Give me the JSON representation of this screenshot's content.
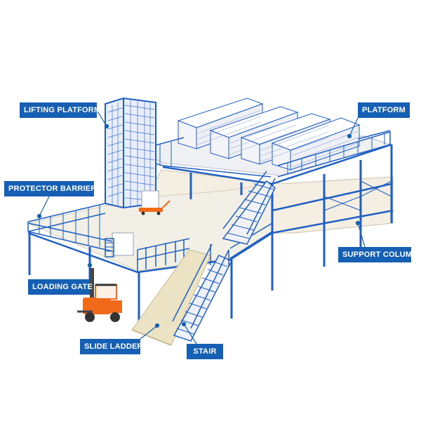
{
  "labels": {
    "lifting_platform": "LIFTING PLATFORM",
    "platform": "PLATFORM",
    "protector_barrier": "PROTECTOR BARRIER",
    "support_column": "SUPPORT COLUMN",
    "loading_gate": "LOADING GATE",
    "slide_ladder": "SLIDE LADDER",
    "stair": "STAIR"
  },
  "colors": {
    "steel_blue": "#1f5fc4",
    "label_bg": "#1560b4",
    "deck": "#f2efe6",
    "slide": "#ece2c4",
    "forklift": "#f06a1a",
    "rack_white": "#f3f4f8"
  }
}
